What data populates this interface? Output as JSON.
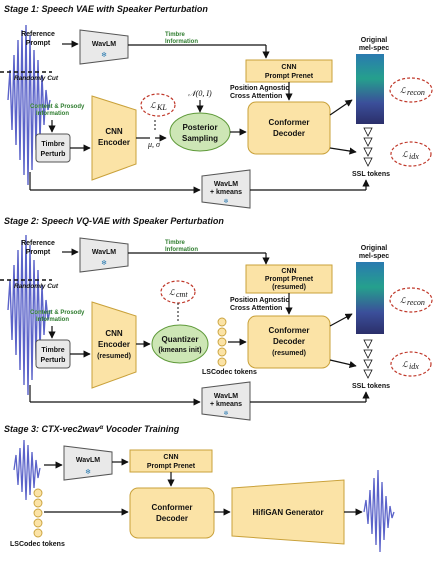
{
  "stage1": {
    "title": "Stage 1: Speech VAE with Speaker Perturbation",
    "reference_prompt": [
      "Reference",
      "Prompt"
    ],
    "wavlm": "WavLM",
    "timbre_info": [
      "Timbre",
      "Information"
    ],
    "randomly_cut": "Randomly Cut",
    "content_prosody": [
      "Content & Prosody",
      "Information"
    ],
    "timbre_perturb": [
      "Timbre",
      "Perturb"
    ],
    "cnn_encoder": [
      "CNN",
      "Encoder"
    ],
    "mu_sigma": "μ, σ",
    "loss_kl": "ℒ",
    "loss_kl_sub": "KL",
    "normal": "𝒩(0, I)",
    "posterior": [
      "Posterior",
      "Sampling"
    ],
    "cnn_prompt_prenet": [
      "CNN",
      "Prompt Prenet"
    ],
    "pos_agnostic": [
      "Position Agnostic",
      "Cross Attention"
    ],
    "conformer": [
      "Conformer",
      "Decoder"
    ],
    "original_mel": [
      "Original",
      "mel-spec"
    ],
    "loss_recon": "ℒ",
    "loss_recon_sub": "recon",
    "loss_idx": "ℒ",
    "loss_idx_sub": "idx",
    "ssl_tokens": "SSL tokens",
    "wavlm_kmeans": [
      "WavLM",
      "+ kmeans"
    ]
  },
  "stage2": {
    "title": "Stage 2: Speech VQ-VAE with Speaker Perturbation",
    "reference_prompt": [
      "Reference",
      "Prompt"
    ],
    "wavlm": "WavLM",
    "timbre_info": [
      "Timbre",
      "Information"
    ],
    "randomly_cut": "Randomly Cut",
    "content_prosody": [
      "Content & Prosody",
      "Information"
    ],
    "timbre_perturb": [
      "Timbre",
      "Perturb"
    ],
    "cnn_encoder": [
      "CNN",
      "Encoder",
      "(resumed)"
    ],
    "loss_cmt": "ℒ",
    "loss_cmt_sub": "cmt",
    "quantizer": [
      "Quantizer",
      "(kmeans init)"
    ],
    "lscodec_tokens": "LSCodec tokens",
    "cnn_prompt_prenet": [
      "CNN",
      "Prompt Prenet",
      "(resumed)"
    ],
    "pos_agnostic": [
      "Position Agnostic",
      "Cross Attention"
    ],
    "conformer": [
      "Conformer",
      "Decoder",
      "(resumed)"
    ],
    "original_mel": [
      "Original",
      "mel-spec"
    ],
    "loss_recon": "ℒ",
    "loss_recon_sub": "recon",
    "loss_idx": "ℒ",
    "loss_idx_sub": "idx",
    "ssl_tokens": "SSL tokens",
    "wavlm_kmeans": [
      "WavLM",
      "+ kmeans"
    ]
  },
  "stage3": {
    "title": "Stage 3: CTX-vec2wav",
    "title_sup": "α",
    "title_rest": " Vocoder Training",
    "wavlm": "WavLM",
    "cnn_prompt_prenet": [
      "CNN",
      "Prompt Prenet"
    ],
    "conformer": [
      "Conformer",
      "Decoder"
    ],
    "hifigan": "HifiGAN Generator",
    "lscodec_tokens": "LSCodec tokens"
  },
  "colors": {
    "orange_fill": "#fbe3a6",
    "green_fill": "#cde6b5",
    "loss_outline": "#c0392b",
    "waveform_blue": "#5b63c9",
    "timbre_text": "#2f7d2f"
  }
}
